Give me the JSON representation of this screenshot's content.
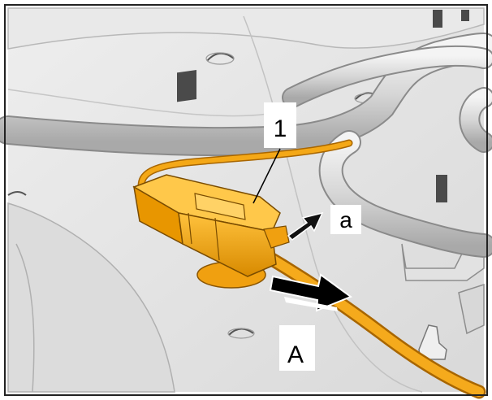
{
  "callouts": {
    "part_1": "1",
    "direction_a": "a",
    "direction_A": "A"
  },
  "colors": {
    "body_grey": "#e6e6e6",
    "harness_grey": "#d3d3d3",
    "connector_orange": "#f2a20f",
    "connector_shadow": "#c77d00",
    "arrow_black": "#000000",
    "frame": "#222222"
  }
}
